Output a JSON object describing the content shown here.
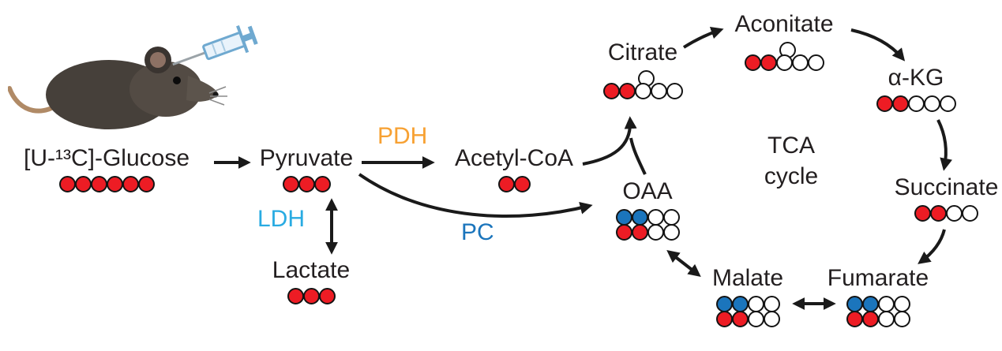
{
  "colors": {
    "red_label": "#ed1c24",
    "blue_label": "#1b75bc",
    "unlabeled": "#ffffff",
    "dot_outline": "#141414",
    "arrow": "#1a1a1a",
    "text": "#231f20",
    "pdh": "#f7a133",
    "ldh": "#29abe2",
    "pc": "#1b75bc"
  },
  "enzymes": {
    "pdh": "PDH",
    "ldh": "LDH",
    "pc": "PC"
  },
  "tca_title": {
    "line1": "TCA",
    "line2": "cycle"
  },
  "metabolites": {
    "glucose": {
      "label": "[U-¹³C]-Glucose",
      "rows": [
        [
          "red_label",
          "red_label",
          "red_label",
          "red_label",
          "red_label",
          "red_label"
        ]
      ]
    },
    "pyruvate": {
      "label": "Pyruvate",
      "rows": [
        [
          "red_label",
          "red_label",
          "red_label"
        ]
      ]
    },
    "lactate": {
      "label": "Lactate",
      "rows": [
        [
          "red_label",
          "red_label",
          "red_label"
        ]
      ]
    },
    "acetyl_coa": {
      "label": "Acetyl-CoA",
      "rows": [
        [
          "red_label",
          "red_label"
        ]
      ]
    },
    "citrate": {
      "label": "Citrate",
      "rows": [
        [
          "unlabeled"
        ],
        [
          "red_label",
          "red_label",
          "unlabeled",
          "unlabeled",
          "unlabeled"
        ]
      ]
    },
    "aconitate": {
      "label": "Aconitate",
      "rows": [
        [
          "unlabeled"
        ],
        [
          "red_label",
          "red_label",
          "unlabeled",
          "unlabeled",
          "unlabeled"
        ]
      ]
    },
    "alpha_kg": {
      "label": "α-KG",
      "rows": [
        [
          "red_label",
          "red_label",
          "unlabeled",
          "unlabeled",
          "unlabeled"
        ]
      ]
    },
    "succinate": {
      "label": "Succinate",
      "rows": [
        [
          "red_label",
          "red_label",
          "unlabeled",
          "unlabeled"
        ]
      ]
    },
    "fumarate": {
      "label": "Fumarate",
      "rows": [
        [
          "blue_label",
          "blue_label",
          "unlabeled",
          "unlabeled"
        ],
        [
          "red_label",
          "red_label",
          "unlabeled",
          "unlabeled"
        ]
      ]
    },
    "malate": {
      "label": "Malate",
      "rows": [
        [
          "blue_label",
          "blue_label",
          "unlabeled",
          "unlabeled"
        ],
        [
          "red_label",
          "red_label",
          "unlabeled",
          "unlabeled"
        ]
      ]
    },
    "oaa": {
      "label": "OAA",
      "rows": [
        [
          "blue_label",
          "blue_label",
          "unlabeled",
          "unlabeled"
        ],
        [
          "red_label",
          "red_label",
          "unlabeled",
          "unlabeled"
        ]
      ]
    }
  }
}
